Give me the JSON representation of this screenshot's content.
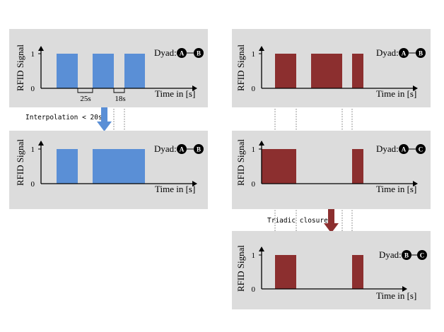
{
  "colors": {
    "blue": "#5a8fd6",
    "red": "#8c2f2f",
    "panel": "#dcdcdc"
  },
  "y_axis_label": "RFID Signal",
  "x_axis_label": "Time in [s]",
  "y_tick_labels": [
    "0",
    "1"
  ],
  "dyad_prefix": "Dyad:",
  "panels": [
    {
      "id": "p1",
      "dyad": [
        "A",
        "B"
      ],
      "color": "blue",
      "bars": [
        [
          1,
          2
        ],
        [
          3,
          4
        ],
        [
          5,
          6
        ]
      ]
    },
    {
      "id": "p2",
      "dyad": [
        "A",
        "B"
      ],
      "color": "blue",
      "bars": [
        [
          1,
          2
        ],
        [
          3,
          6
        ]
      ]
    },
    {
      "id": "p3",
      "dyad": [
        "A",
        "B"
      ],
      "color": "red",
      "bars": [
        [
          1,
          2
        ],
        [
          3,
          4
        ],
        [
          5,
          6
        ]
      ]
    },
    {
      "id": "p4",
      "dyad": [
        "A",
        "C"
      ],
      "color": "red",
      "bars": [
        [
          0,
          2
        ],
        [
          5,
          6
        ]
      ]
    },
    {
      "id": "p5",
      "dyad": [
        "B",
        "C"
      ],
      "color": "red",
      "bars": [
        [
          1,
          2
        ],
        [
          5,
          6
        ]
      ]
    }
  ],
  "gap_labels": {
    "gap1": "25s",
    "gap2": "18s"
  },
  "step_labels": {
    "interpolation": "Interpolation < 20s",
    "triadic": "Triadic closure"
  }
}
